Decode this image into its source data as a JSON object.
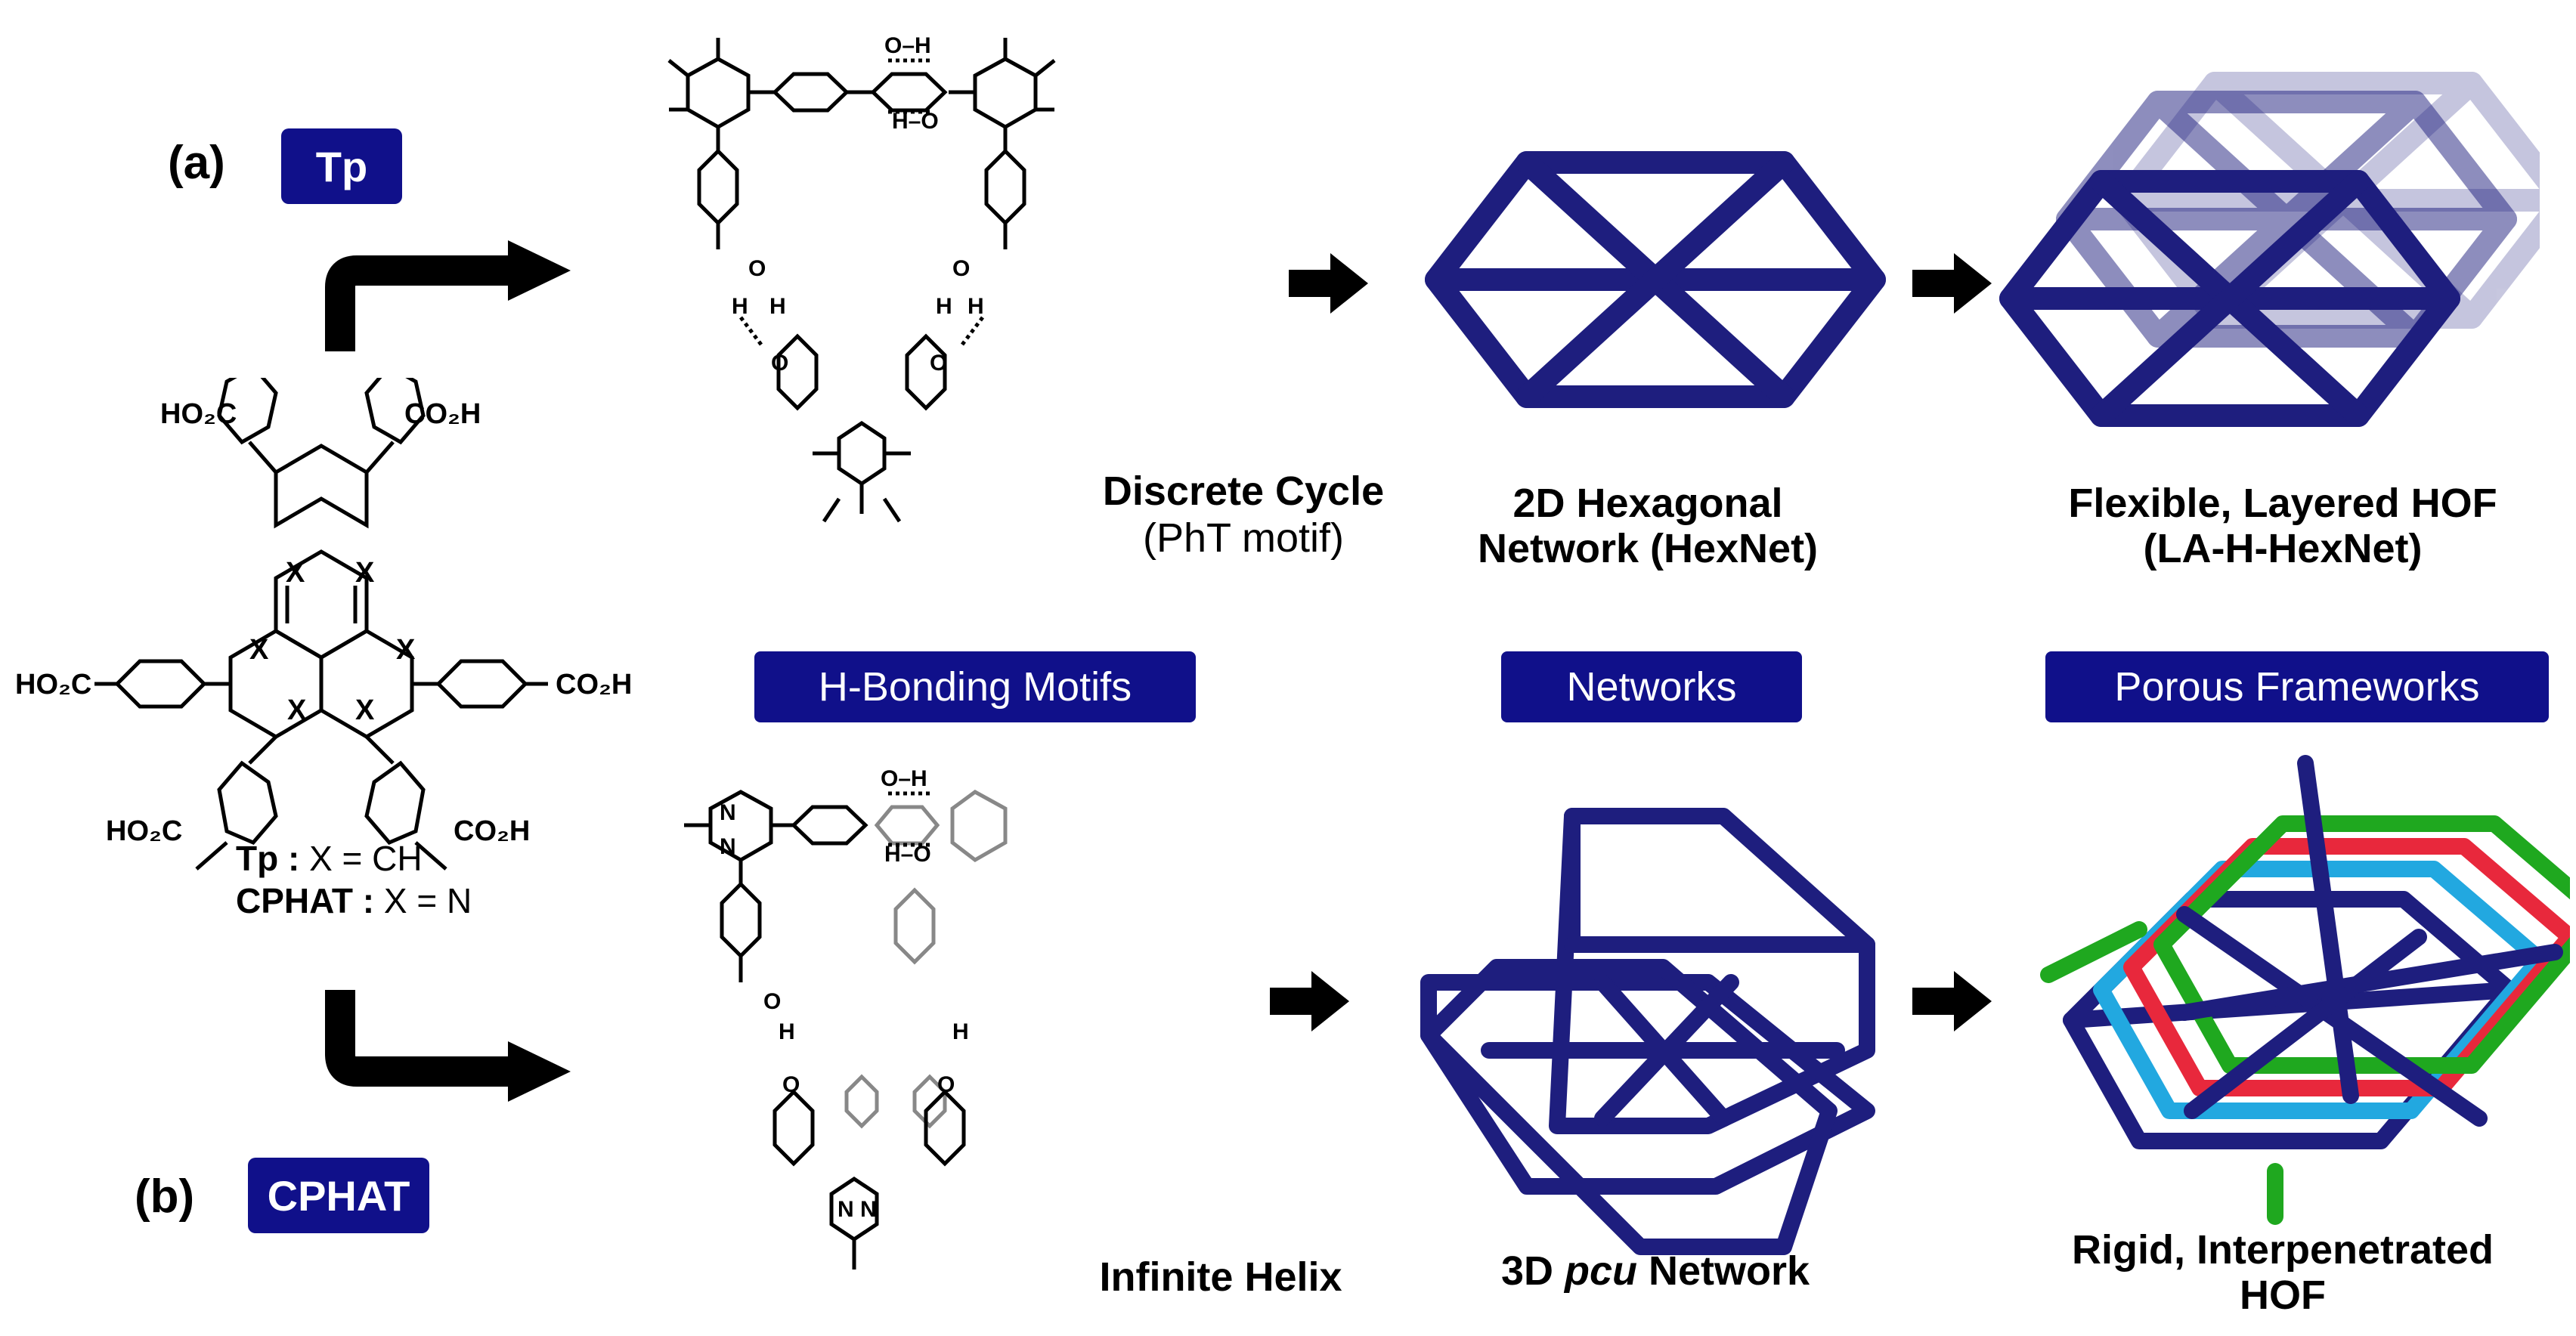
{
  "panel_a": {
    "label": "(a)",
    "badge": "Tp"
  },
  "panel_b": {
    "label": "(b)",
    "badge": "CPHAT"
  },
  "monomer": {
    "substituent": "HO₂C",
    "substituent_right": "CO₂H",
    "hetero_atom": "X",
    "tp_name": "Tp :",
    "tp_def": "X = CH",
    "cphat_name": "CPHAT :",
    "cphat_def": "X = N"
  },
  "hbond": {
    "oh": "O–H",
    "o": "O",
    "h": "H",
    "ho": "H–O",
    "n": "N"
  },
  "section_headers": {
    "motifs": "H-Bonding Motifs",
    "networks": "Networks",
    "frameworks": "Porous Frameworks"
  },
  "captions": {
    "cycle_title": "Discrete Cycle",
    "cycle_sub": "(PhT motif)",
    "hexnet_line1": "2D Hexagonal",
    "hexnet_line2": "Network (HexNet)",
    "layered_line1": "Flexible, Layered HOF",
    "layered_line2": "(LA-H-HexNet)",
    "helix": "Infinite Helix",
    "pcu_pre": "3D ",
    "pcu_italic": "pcu",
    "pcu_post": " Network",
    "interp_line1": "Rigid, Interpenetrated",
    "interp_line2": "HOF"
  },
  "colors": {
    "badge": "#10108a",
    "tube_blue": "#1e1e7e",
    "tube_green": "#1fa81f",
    "tube_red": "#e8283c",
    "tube_cyan": "#22a8e0"
  }
}
